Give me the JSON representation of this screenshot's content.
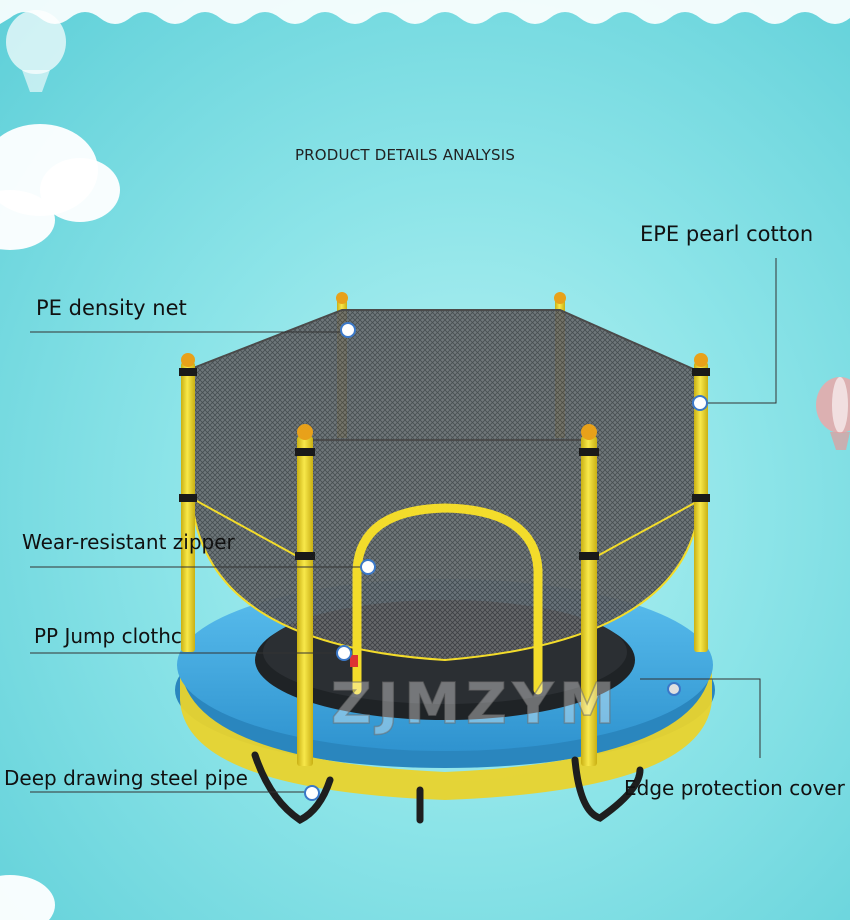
{
  "heading": "PRODUCT DETAILS ANALYSIS",
  "callouts": {
    "pe_net": "PE density net",
    "epe_cotton": "EPE pearl cotton",
    "zipper": "Wear-resistant zipper",
    "jump_cloth": "PP Jump clothc",
    "steel_pipe": "Deep drawing steel pipe",
    "edge_cover": "Edge protection cover"
  },
  "watermark": "ZJMZYM",
  "colors": {
    "background": "#8ce4e8",
    "frame_yellow": "#f3dc2b",
    "mat_blue": "#3da6dc",
    "net_gray": "#5a5a5a",
    "leg_black": "#222222"
  }
}
